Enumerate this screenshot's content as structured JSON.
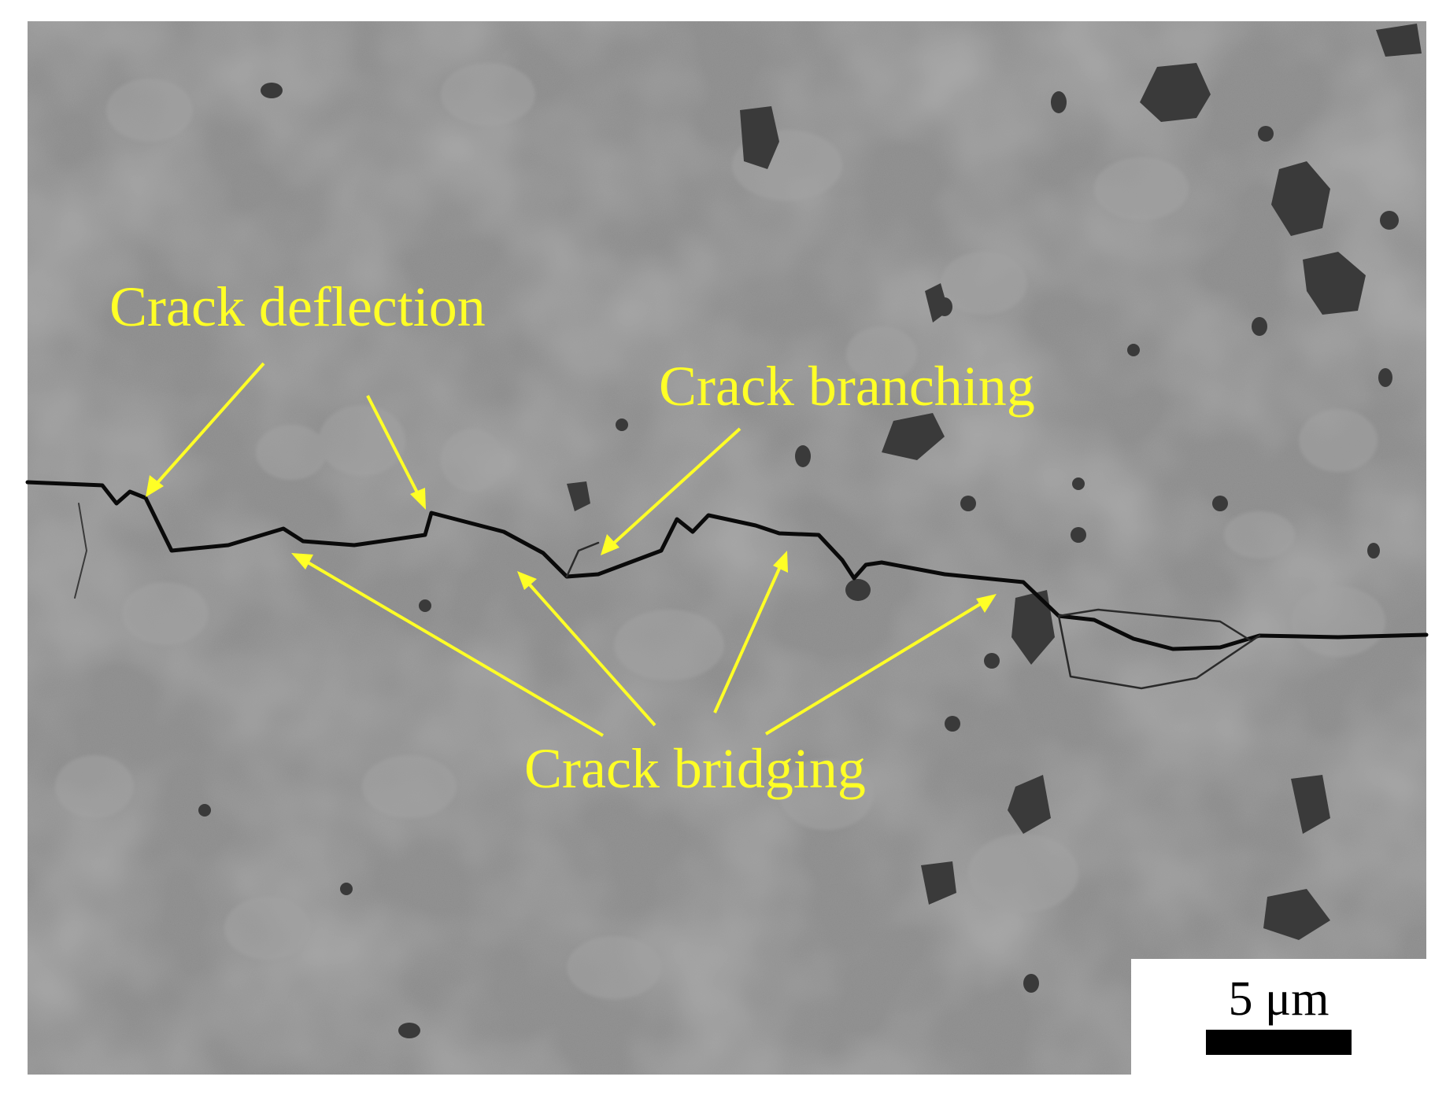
{
  "micrograph": {
    "labels": {
      "deflection": "Crack deflection",
      "branching": "Crack branching",
      "bridging": "Crack bridging"
    },
    "scale_bar": {
      "label": "5 μm"
    },
    "colors": {
      "annotation": "#ffff26",
      "matrix_grey": "#8f8f8f",
      "crack": "#0a0a0a",
      "scale_background": "#ffffff",
      "scale_bar": "#000000"
    }
  }
}
